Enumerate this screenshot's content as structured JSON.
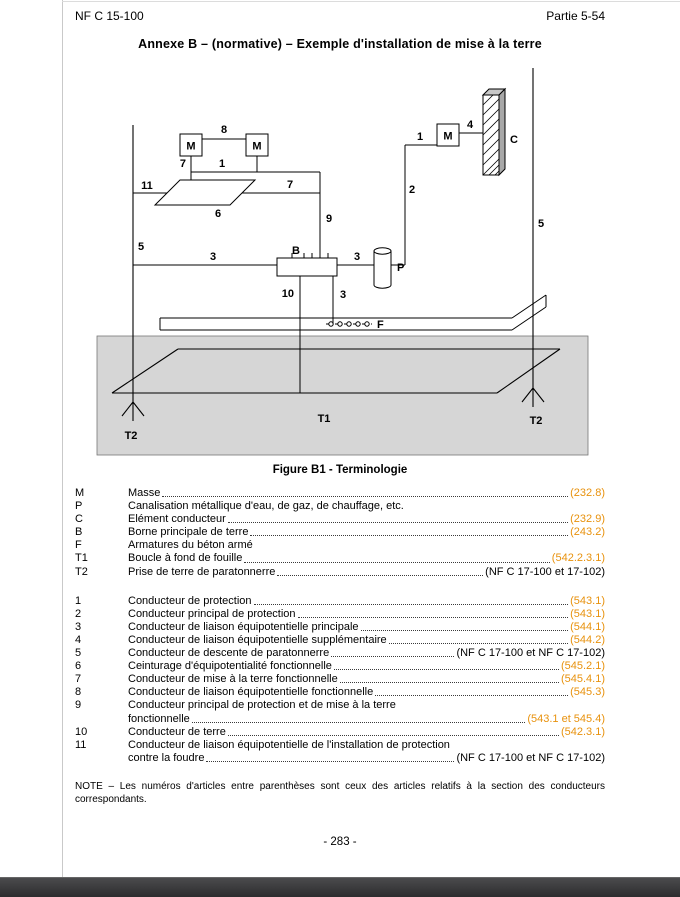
{
  "header": {
    "left": "NF C 15-100",
    "right": "Partie 5-54"
  },
  "title": "Annexe B – (normative) – Exemple d'installation de mise à la terre",
  "figure": {
    "caption": "Figure B1 - Terminologie",
    "labels": {
      "m": "M",
      "p": "P",
      "c": "C",
      "b": "B",
      "f": "F",
      "t1": "T1",
      "t2": "T2",
      "n1": "1",
      "n2": "2",
      "n3": "3",
      "n4": "4",
      "n5": "5",
      "n6": "6",
      "n7": "7",
      "n8": "8",
      "n9": "9",
      "n10": "10",
      "n11": "11"
    }
  },
  "legend_letters": [
    {
      "key": "M",
      "text": "Masse",
      "ref": "(232.8)"
    },
    {
      "key": "P",
      "text": "Canalisation métallique d'eau, de gaz, de chauffage, etc.",
      "ref": ""
    },
    {
      "key": "C",
      "text": "Elément conducteur",
      "ref": "(232.9)"
    },
    {
      "key": "B",
      "text": "Borne principale de terre",
      "ref": "(243.2)"
    },
    {
      "key": "F",
      "text": "Armatures du béton armé",
      "ref": ""
    },
    {
      "key": "T1",
      "text": "Boucle à fond de fouille",
      "ref": "(542.2.3.1)"
    },
    {
      "key": "T2",
      "text": "Prise de terre de paratonnerre",
      "ref": "(NF C 17-100 et 17-102)"
    }
  ],
  "legend_numbers": [
    {
      "key": "1",
      "text": "Conducteur de protection",
      "ref": "(543.1)"
    },
    {
      "key": "2",
      "text": "Conducteur principal de protection",
      "ref": "(543.1)"
    },
    {
      "key": "3",
      "text": "Conducteur de liaison équipotentielle principale",
      "ref": "(544.1)"
    },
    {
      "key": "4",
      "text": "Conducteur de liaison équipotentielle supplémentaire",
      "ref": "(544.2)"
    },
    {
      "key": "5",
      "text": "Conducteur de descente de paratonnerre",
      "ref": "(NF C 17-100 et NF C 17-102)"
    },
    {
      "key": "6",
      "text": "Ceinturage d'équipotentialité fonctionnelle",
      "ref": "(545.2.1)"
    },
    {
      "key": "7",
      "text": "Conducteur de mise à la terre fonctionnelle",
      "ref": "(545.4.1)"
    },
    {
      "key": "8",
      "text": "Conducteur de liaison équipotentielle fonctionnelle",
      "ref": "(545.3)"
    },
    {
      "key": "9",
      "text": "Conducteur principal de protection et de mise à la terre",
      "text2": "fonctionnelle",
      "ref": "(543.1 et 545.4)"
    },
    {
      "key": "10",
      "text": "Conducteur de terre",
      "ref": "(542.3.1)"
    },
    {
      "key": "11",
      "text": "Conducteur de liaison équipotentielle de l'installation de protection",
      "text2": "contre la foudre",
      "ref": "(NF C 17-100 et NF C 17-102)"
    }
  ],
  "note": "NOTE – Les numéros d'articles entre parenthèses sont ceux des articles relatifs à la section des conducteurs correspondants.",
  "page_number": "- 283 -",
  "colors": {
    "reference_accent": "#E8920E",
    "ground_fill": "#D6D6D6"
  }
}
